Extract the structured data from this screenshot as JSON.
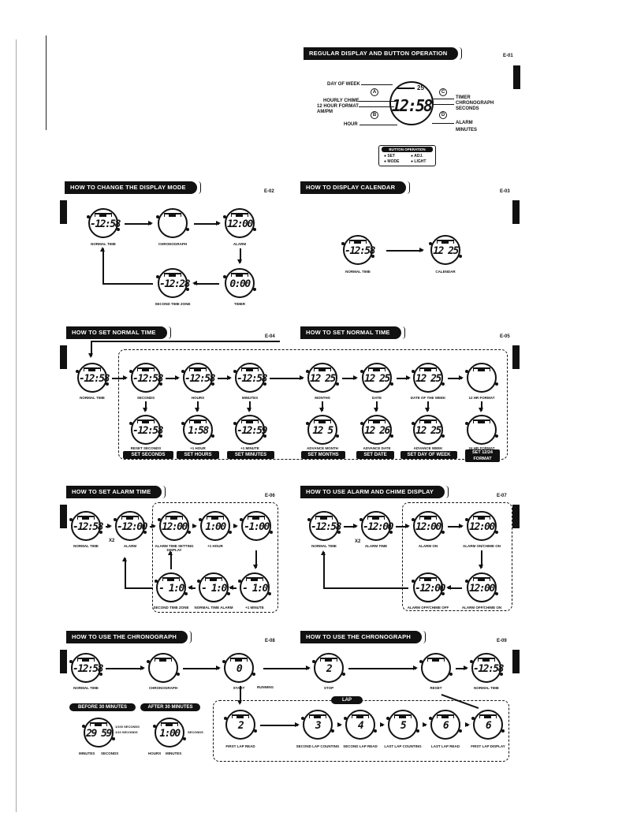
{
  "codes": [
    "E-01",
    "E-02",
    "E-03",
    "E-04",
    "E-05",
    "E-06",
    "E-07",
    "E-08",
    "E-09"
  ],
  "headers": {
    "regular": "REGULAR DISPLAY AND BUTTON OPERATION",
    "display_mode": "HOW TO CHANGE THE DISPLAY MODE",
    "calendar": "HOW TO DISPLAY CALENDAR",
    "normal1": "HOW TO SET NORMAL TIME",
    "normal2": "HOW TO SET NORMAL TIME",
    "alarm": "HOW TO SET ALARM TIME",
    "chime": "HOW TO USE ALARM AND CHIME DISPLAY",
    "chrono1": "HOW TO USE THE CHRONOGRAPH",
    "chrono2": "HOW TO USE THE CHRONOGRAPH"
  },
  "diagram": {
    "main_digits": "12:58",
    "main_small": "25",
    "left_labels": [
      "DAY OF WEEK",
      "HOURLY CHIME",
      "12 HOUR FORMAT",
      "AM/PM",
      "HOUR"
    ],
    "right_labels": [
      "TIMER",
      "CHRONOGRAPH",
      "SECONDS",
      "ALARM",
      "MINUTES"
    ],
    "buttons": [
      "A",
      "B",
      "C",
      "D"
    ]
  },
  "button_op": {
    "title": "BUTTON OPERATION",
    "items": [
      "SET",
      "MODE",
      "ADJ.",
      "LIGHT"
    ]
  },
  "mode": {
    "watches": [
      "-12:58",
      "",
      "12:00",
      "-12:28",
      "0:00"
    ],
    "captions": [
      "NORMAL TIME",
      "CHRONOGRAPH",
      "ALARM",
      "SECOND TIME ZONE",
      "TIMER"
    ]
  },
  "cal": {
    "watches": [
      "-12:58",
      "12 25"
    ],
    "captions": [
      "NORMAL TIME",
      "CALENDAR"
    ]
  },
  "normal": {
    "watches": [
      "-12:58",
      "-12:58",
      "-12:58",
      "-12:58",
      "12 25",
      "12 25",
      "12 25",
      "",
      "-12:58",
      "1:58",
      "-12:59",
      "12 5",
      "12 26",
      "12 25",
      ""
    ],
    "captions": [
      "NORMAL TIME",
      "SECONDS",
      "HOURS",
      "MINUTES",
      "MONTHS",
      "DATE",
      "DATE OF THE WEEK",
      "12 HR FORMAT",
      "RESET SECONDS",
      "+1 HOUR",
      "+1 MINUTE",
      "ADVANCE MONTH",
      "ADVANCE DATE",
      "ADVANCE WEEK",
      "24 HR FORMAT"
    ],
    "labels": [
      "SET SECONDS",
      "SET HOURS",
      "SET MINUTES",
      "SET MONTHS",
      "SET DATE",
      "SET DAY OF WEEK",
      "SET 12/24 FORMAT"
    ]
  },
  "alarm": {
    "watches": [
      "-12:58",
      "-12:00",
      "12:00",
      "1:00",
      "-1:00",
      "- 1:0",
      "- 1:0",
      "- 1:0"
    ],
    "captions": [
      "NORMAL TIME",
      "ALARM",
      "ALARM TIME SETTING DISPLAY",
      "+1 HOUR",
      "",
      "SECOND TIME ZONE",
      "NORMAL TIME ALARM",
      "+1 MINUTE"
    ],
    "x2": "X2"
  },
  "chime": {
    "watches": [
      "-12:58",
      "-12:00",
      "12:00",
      "12:00",
      "-12:00",
      "12:00"
    ],
    "captions": [
      "NORMAL TIME",
      "ALARM TIME",
      "ALARM ON",
      "ALARM ON/CHIME ON",
      "ALARM OFF/CHIME OFF",
      "ALARM OFF/CHIME ON"
    ],
    "x2": "X2"
  },
  "chrono": {
    "watches": [
      "-12:58",
      "",
      "0",
      "2",
      "",
      "-12:58"
    ],
    "captions": [
      "NORMAL TIME",
      "CHRONOGRAPH",
      "START",
      "STOP",
      "RESET",
      "NORMAL TIME"
    ],
    "running": "RUNNING",
    "lap_title": "LAP",
    "lap_watches": [
      "2",
      "3",
      "4",
      "5",
      "6",
      "6"
    ],
    "lap_captions": [
      "FIRST LAP READ",
      "SECOND LAP COUNTING",
      "SECOND LAP READ",
      "LAST LAP COUNTING",
      "LAST LAP READ",
      "FIRST LAP DISPLAY"
    ],
    "before": "BEFORE 30 MINUTES",
    "after": "AFTER 30 MINUTES",
    "before_digits": "29 59",
    "after_digits": "1:00",
    "before_caps": [
      "MINUTES",
      "SECONDS"
    ],
    "after_caps": [
      "HOURS",
      "MINUTES"
    ],
    "side_before": [
      "1/100 SECONDS",
      "1/10 SECONDS"
    ],
    "side_after": "SECONDS"
  }
}
